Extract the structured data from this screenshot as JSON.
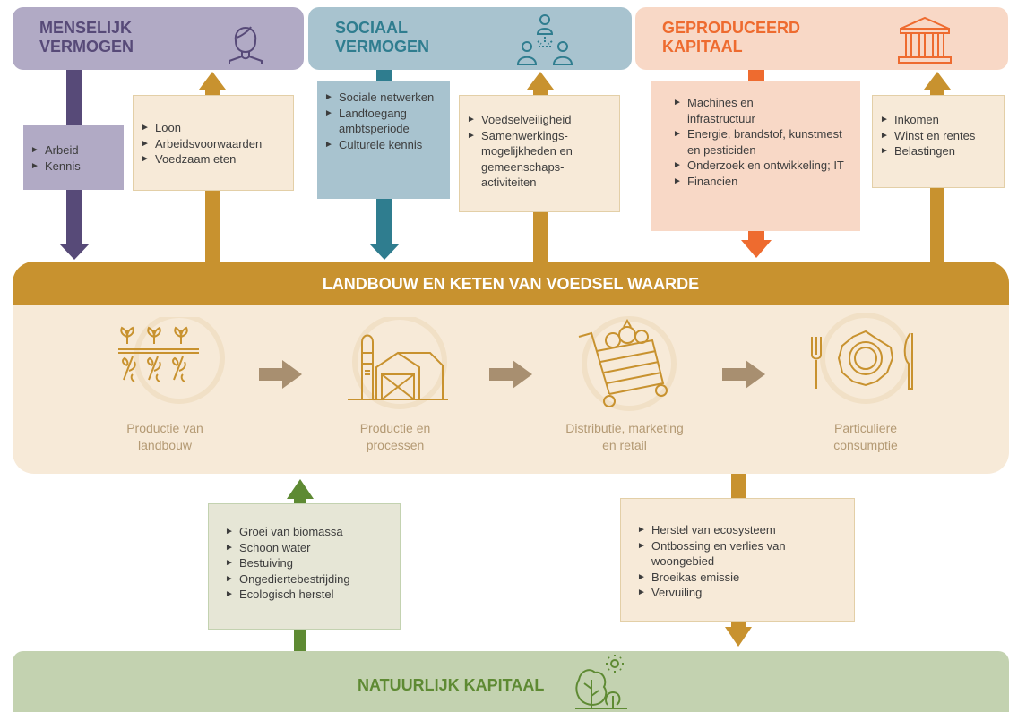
{
  "colors": {
    "human": "#574a78",
    "human_bg": "#b1aac5",
    "social": "#2f7d8f",
    "social_bg": "#a8c3cf",
    "produced": "#ee6b2f",
    "produced_bg": "#f8d8c6",
    "gold": "#c8922f",
    "beige": "#f7ead8",
    "natural": "#5e8a33",
    "natural_bg": "#c3d2b0"
  },
  "capitals": {
    "human": {
      "title": [
        "MENSELIJK",
        "VERMOGEN"
      ],
      "icon": "woman-icon"
    },
    "social": {
      "title": [
        "SOCIAAL",
        "VERMOGEN"
      ],
      "icon": "network-people-icon"
    },
    "produced": {
      "title": [
        "GEPRODUCEERD",
        "KAPITAAL"
      ],
      "icon": "bank-building-icon"
    },
    "natural": {
      "title": "NATUURLIJK KAPITAAL",
      "icon": "tree-sun-icon"
    }
  },
  "flows": {
    "human_in": [
      "Arbeid",
      "Kennis"
    ],
    "human_out": [
      "Loon",
      "Arbeidsvoorwaarden",
      "Voedzaam eten"
    ],
    "social_in": [
      "Sociale netwerken",
      "Landtoegang ambtsperiode",
      "Culturele kennis"
    ],
    "social_out": [
      "Voedselveiligheid",
      "Samenwerkings-mogelijkheden en gemeenschaps-activiteiten"
    ],
    "produced_in": [
      "Machines en infrastructuur",
      "Energie, brandstof, kunstmest en pesticiden",
      "Onderzoek en ontwikkeling; IT",
      "Financien"
    ],
    "produced_out": [
      "Inkomen",
      "Winst en rentes",
      "Belastingen"
    ],
    "natural_in": [
      "Groei van biomassa",
      "Schoon water",
      "Bestuiving",
      "Ongediertebestrijding",
      "Ecologisch herstel"
    ],
    "natural_out": [
      "Herstel van ecosysteem",
      "Ontbossing en verlies van woongebied",
      "Broeikas emissie",
      "Vervuiling"
    ]
  },
  "value_chain": {
    "title": "LANDBOUW EN KETEN VAN VOEDSEL WAARDE",
    "stages": [
      {
        "label": [
          "Productie van",
          "landbouw"
        ],
        "icon": "crops-field-icon"
      },
      {
        "label": [
          "Productie en",
          "processen"
        ],
        "icon": "barn-silo-icon"
      },
      {
        "label": [
          "Distributie, marketing",
          "en retail"
        ],
        "icon": "produce-cart-icon"
      },
      {
        "label": [
          "Particuliere",
          "consumptie"
        ],
        "icon": "plate-fork-knife-icon"
      }
    ]
  }
}
